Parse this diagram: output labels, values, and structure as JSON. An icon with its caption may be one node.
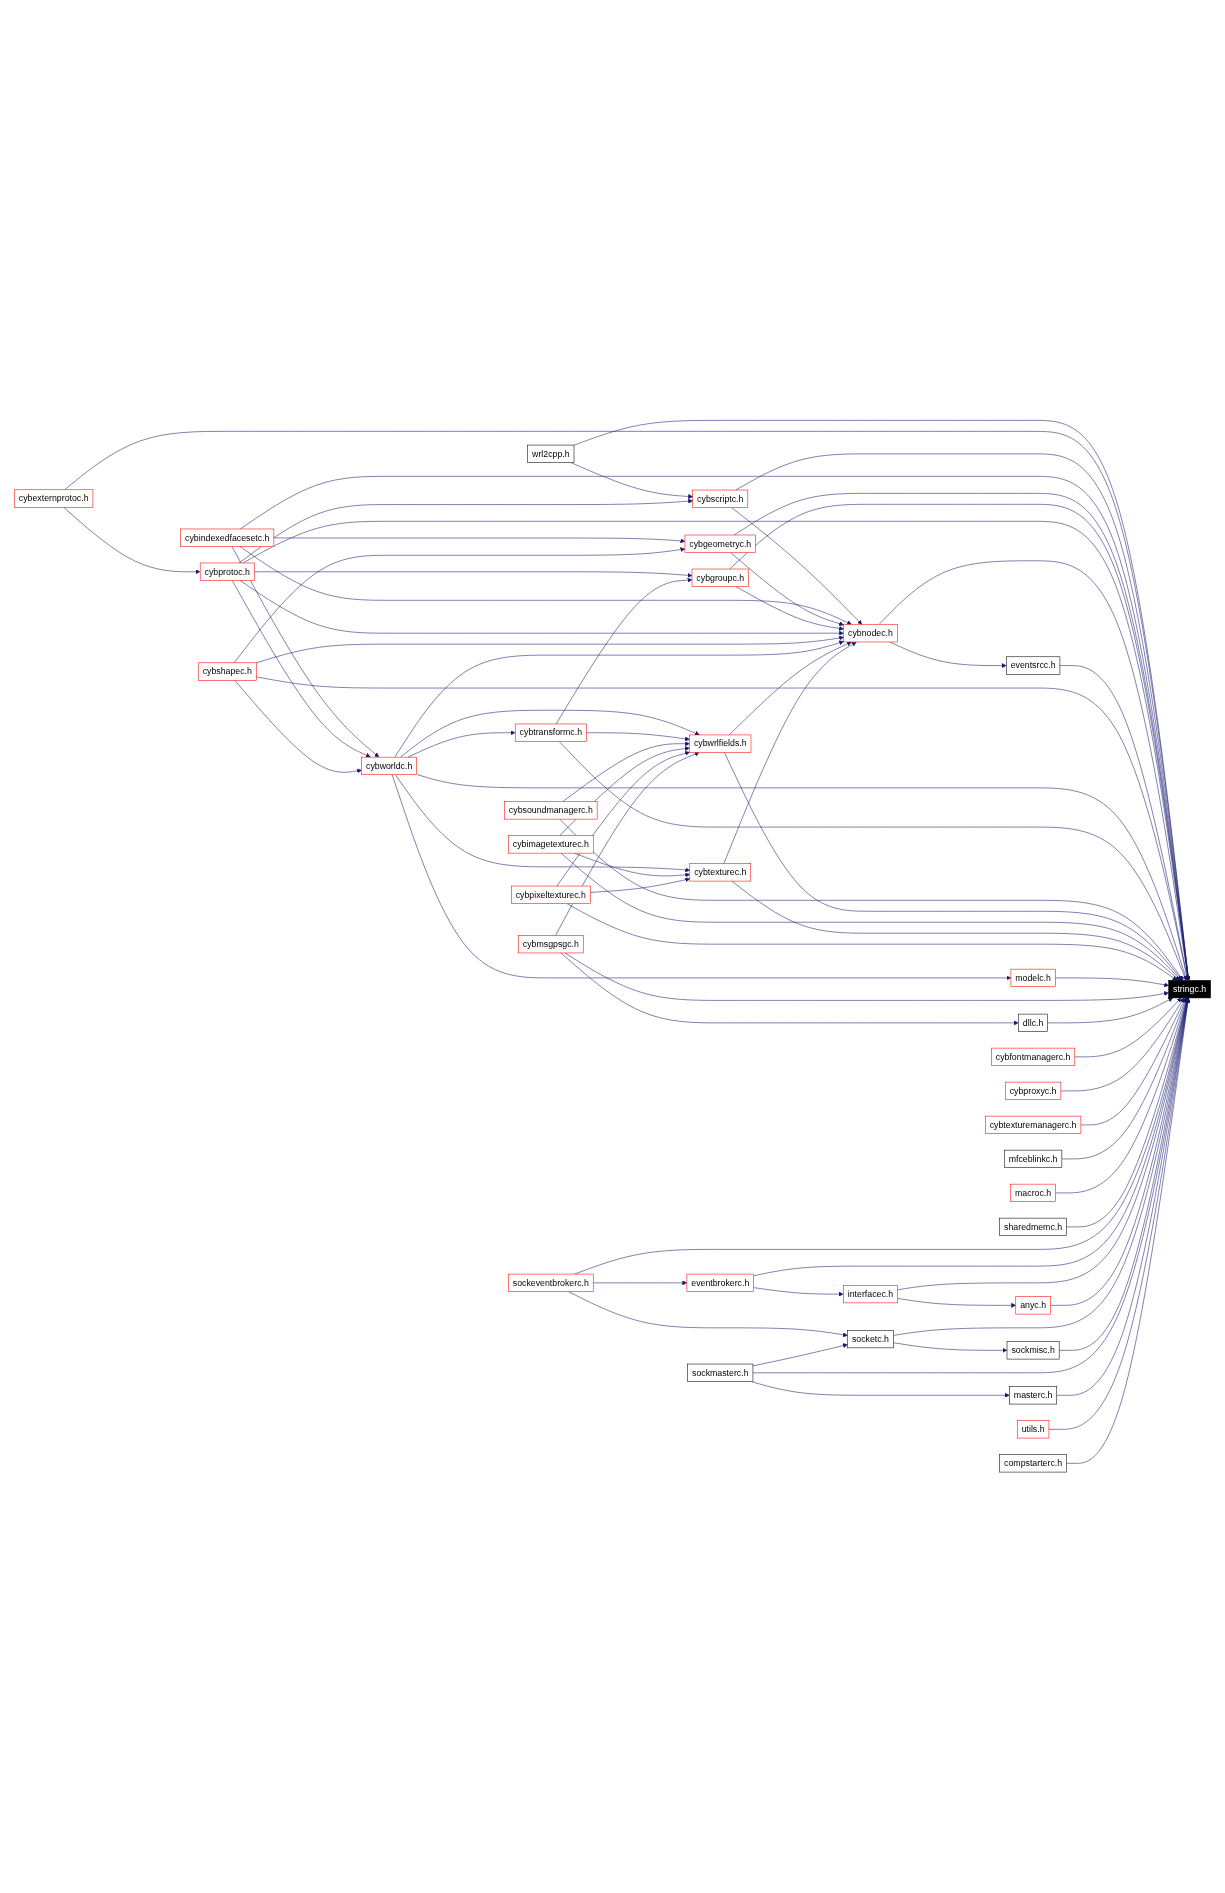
{
  "diagram": {
    "nodes": [
      {
        "text": [
          "wrl2cpp.h"
        ]
      },
      {
        "text": [
          "cybexternprotoc.h"
        ]
      },
      {
        "text": [
          "cybscriptc.h"
        ]
      },
      {
        "text": [
          "cybindexedfacesetc.h"
        ]
      },
      {
        "text": [
          "cybgeometryc.h"
        ]
      },
      {
        "text": [
          "cybgroupc.h"
        ]
      },
      {
        "text": [
          "cybprotoc.h"
        ]
      },
      {
        "text": [
          "cybnodec.h"
        ]
      },
      {
        "text": [
          "eventsrcc.h"
        ]
      },
      {
        "text": [
          "cybshapec.h"
        ]
      },
      {
        "text": [
          "cybworldc.h"
        ]
      },
      {
        "text": [
          "cybtransformc.h"
        ]
      },
      {
        "text": [
          "cybsoundmanagerc.h"
        ]
      },
      {
        "text": [
          "cybwrlfields.h"
        ]
      },
      {
        "text": [
          "cybimagetexturec.h"
        ]
      },
      {
        "text": [
          "cybtexturec.h"
        ]
      },
      {
        "text": [
          "cybpixeltexturec.h"
        ]
      },
      {
        "text": [
          "modelc.h"
        ]
      },
      {
        "text": [
          "stringc.h"
        ]
      },
      {
        "text": [
          "cybmsgpsgc.h"
        ]
      },
      {
        "text": [
          "dllc.h"
        ]
      },
      {
        "text": [
          "cybfontmanagerc.h"
        ]
      },
      {
        "text": [
          "cybproxyc.h"
        ]
      },
      {
        "text": [
          "cybtexturemanagerc.h"
        ]
      },
      {
        "text": [
          "mfceblinkc.h"
        ]
      },
      {
        "text": [
          "macroc.h"
        ]
      },
      {
        "text": [
          "sharedmemc.h"
        ]
      },
      {
        "text": [
          "sockeventbrokerc.h"
        ]
      },
      {
        "text": [
          "eventbrokerc.h"
        ]
      },
      {
        "text": [
          "interfacec.h"
        ]
      },
      {
        "text": [
          "anyc.h"
        ]
      },
      {
        "text": [
          "socketc.h"
        ]
      },
      {
        "text": [
          "sockmisc.h"
        ]
      },
      {
        "text": [
          "sockmasterc.h"
        ]
      },
      {
        "text": [
          "masterc.h"
        ]
      },
      {
        "text": [
          "utils.h"
        ]
      },
      {
        "text": [
          "compstarterc.h"
        ]
      }
    ],
    "edges": [
      {
        "from": 0,
        "to": 2,
        "arrow": "to"
      },
      {
        "from": 0,
        "to": 18,
        "arrow": "to"
      },
      {
        "from": 1,
        "to": 6,
        "arrow": "to"
      },
      {
        "from": 1,
        "to": 18,
        "arrow": "to"
      },
      {
        "from": 2,
        "to": 7,
        "arrow": "to"
      },
      {
        "from": 2,
        "to": 18,
        "arrow": "to"
      },
      {
        "from": 3,
        "to": 4,
        "arrow": "to"
      },
      {
        "from": 3,
        "to": 7,
        "arrow": "to"
      },
      {
        "from": 3,
        "to": 10,
        "arrow": "to"
      },
      {
        "from": 3,
        "to": 18,
        "arrow": "to"
      },
      {
        "from": 4,
        "to": 7,
        "arrow": "to"
      },
      {
        "from": 4,
        "to": 18,
        "arrow": "to"
      },
      {
        "from": 5,
        "to": 7,
        "arrow": "to"
      },
      {
        "from": 5,
        "to": 18,
        "arrow": "to"
      },
      {
        "from": 6,
        "to": 2,
        "arrow": "to"
      },
      {
        "from": 6,
        "to": 5,
        "arrow": "to"
      },
      {
        "from": 6,
        "to": 7,
        "arrow": "to"
      },
      {
        "from": 6,
        "to": 10,
        "arrow": "to"
      },
      {
        "from": 6,
        "to": 18,
        "arrow": "to"
      },
      {
        "from": 7,
        "to": 8,
        "arrow": "to"
      },
      {
        "from": 7,
        "to": 18,
        "arrow": "to"
      },
      {
        "from": 8,
        "to": 18,
        "arrow": "to"
      },
      {
        "from": 9,
        "to": 4,
        "arrow": "to"
      },
      {
        "from": 9,
        "to": 7,
        "arrow": "to"
      },
      {
        "from": 9,
        "to": 10,
        "arrow": "to"
      },
      {
        "from": 9,
        "to": 18,
        "arrow": "to"
      },
      {
        "from": 10,
        "to": 7,
        "arrow": "to"
      },
      {
        "from": 10,
        "to": 11,
        "arrow": "to"
      },
      {
        "from": 10,
        "to": 13,
        "arrow": "to"
      },
      {
        "from": 10,
        "to": 15,
        "arrow": "to"
      },
      {
        "from": 10,
        "to": 17,
        "arrow": "to"
      },
      {
        "from": 10,
        "to": 18,
        "arrow": "to"
      },
      {
        "from": 11,
        "to": 5,
        "arrow": "to"
      },
      {
        "from": 11,
        "to": 13,
        "arrow": "to"
      },
      {
        "from": 11,
        "to": 18,
        "arrow": "to"
      },
      {
        "from": 12,
        "to": 13,
        "arrow": "to"
      },
      {
        "from": 12,
        "to": 18,
        "arrow": "to"
      },
      {
        "from": 13,
        "to": 7,
        "arrow": "to"
      },
      {
        "from": 13,
        "to": 18,
        "arrow": "to"
      },
      {
        "from": 14,
        "to": 13,
        "arrow": "to"
      },
      {
        "from": 14,
        "to": 15,
        "arrow": "to"
      },
      {
        "from": 14,
        "to": 18,
        "arrow": "to"
      },
      {
        "from": 15,
        "to": 7,
        "arrow": "to"
      },
      {
        "from": 15,
        "to": 18,
        "arrow": "to"
      },
      {
        "from": 16,
        "to": 13,
        "arrow": "to"
      },
      {
        "from": 16,
        "to": 15,
        "arrow": "to"
      },
      {
        "from": 16,
        "to": 18,
        "arrow": "to"
      },
      {
        "from": 17,
        "to": 18,
        "arrow": "to"
      },
      {
        "from": 19,
        "to": 13,
        "arrow": "to"
      },
      {
        "from": 19,
        "to": 18,
        "arrow": "to"
      },
      {
        "from": 19,
        "to": 20,
        "arrow": "to"
      },
      {
        "from": 20,
        "to": 18,
        "arrow": "to"
      },
      {
        "from": 21,
        "to": 18,
        "arrow": "to"
      },
      {
        "from": 22,
        "to": 18,
        "arrow": "to"
      },
      {
        "from": 23,
        "to": 18,
        "arrow": "to"
      },
      {
        "from": 24,
        "to": 18,
        "arrow": "to"
      },
      {
        "from": 25,
        "to": 18,
        "arrow": "to"
      },
      {
        "from": 26,
        "to": 18,
        "arrow": "to"
      },
      {
        "from": 27,
        "to": 28,
        "arrow": "to"
      },
      {
        "from": 27,
        "to": 31,
        "arrow": "to"
      },
      {
        "from": 27,
        "to": 18,
        "arrow": "to"
      },
      {
        "from": 28,
        "to": 29,
        "arrow": "to"
      },
      {
        "from": 28,
        "to": 18,
        "arrow": "to"
      },
      {
        "from": 29,
        "to": 30,
        "arrow": "to"
      },
      {
        "from": 29,
        "to": 18,
        "arrow": "to"
      },
      {
        "from": 30,
        "to": 18,
        "arrow": "to"
      },
      {
        "from": 31,
        "to": 32,
        "arrow": "to"
      },
      {
        "from": 31,
        "to": 18,
        "arrow": "to"
      },
      {
        "from": 32,
        "to": 18,
        "arrow": "to"
      },
      {
        "from": 33,
        "to": 31,
        "arrow": "to"
      },
      {
        "from": 33,
        "to": 34,
        "arrow": "to"
      },
      {
        "from": 33,
        "to": 18,
        "arrow": "to"
      },
      {
        "from": 34,
        "to": 18,
        "arrow": "to"
      },
      {
        "from": 35,
        "to": 18,
        "arrow": "to"
      },
      {
        "from": 36,
        "to": 18,
        "arrow": "to"
      }
    ]
  }
}
